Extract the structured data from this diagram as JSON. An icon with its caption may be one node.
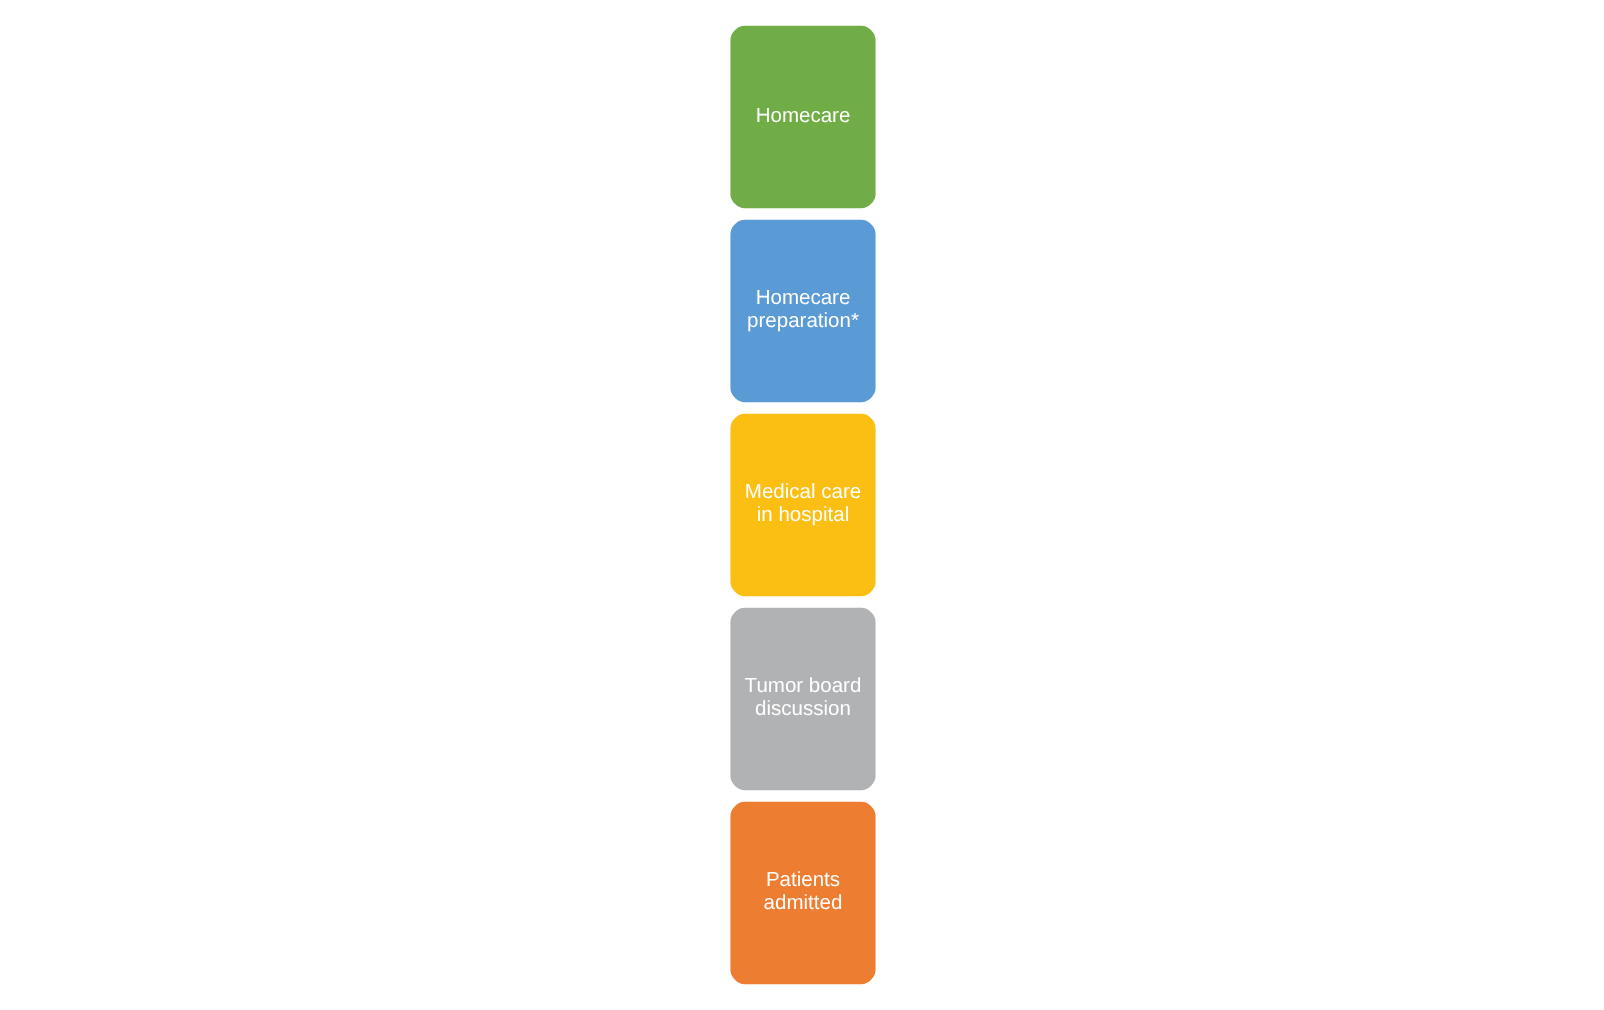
{
  "diagram": {
    "nodes": [
      {
        "text": [
          "Patients admitted"
        ]
      },
      {
        "text": [
          "Tumor board discussion"
        ]
      },
      {
        "text": [
          "Medical care in hospital"
        ]
      },
      {
        "text": [
          "Homecare preparation*"
        ]
      },
      {
        "text": [
          "Homecare"
        ]
      }
    ]
  }
}
